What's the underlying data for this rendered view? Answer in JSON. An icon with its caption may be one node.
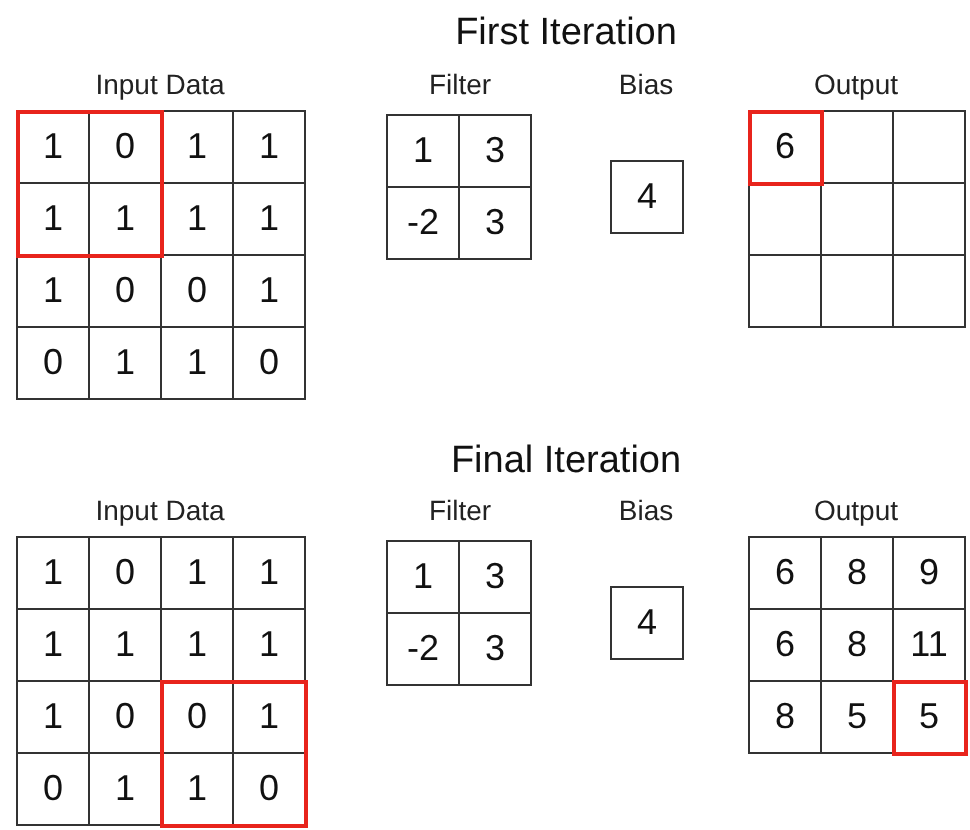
{
  "diagram": {
    "labels": [
      "First Iteration",
      "Input Data",
      "Filter",
      "Bias",
      "Output",
      "1",
      "0",
      "1",
      "1",
      "1",
      "1",
      "1",
      "1",
      "1",
      "0",
      "0",
      "1",
      "0",
      "1",
      "1",
      "0",
      "1",
      "3",
      "-2",
      "3",
      "4",
      "6",
      "Final Iteration",
      "Input Data",
      "Filter",
      "Bias",
      "Output",
      "1",
      "0",
      "1",
      "1",
      "1",
      "1",
      "1",
      "1",
      "1",
      "0",
      "0",
      "1",
      "0",
      "1",
      "1",
      "0",
      "1",
      "3",
      "-2",
      "3",
      "4",
      "6",
      "8",
      "9",
      "6",
      "8",
      "11",
      "8",
      "5",
      "5"
    ]
  }
}
